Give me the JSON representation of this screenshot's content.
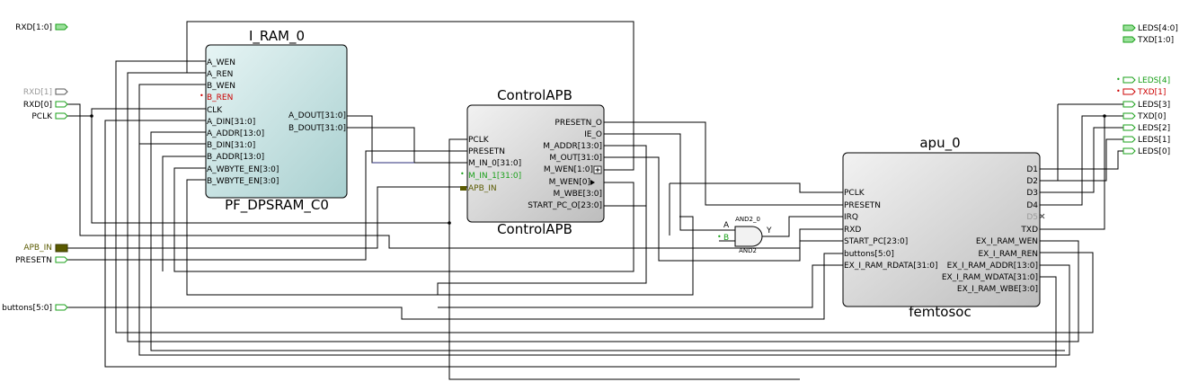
{
  "top_ports": {
    "inputs": [
      {
        "label": "RXD[1:0]",
        "color": "#000000"
      },
      {
        "label": "RXD[1]",
        "color": "#9a9a9a"
      },
      {
        "label": "RXD[0]",
        "color": "#000000"
      },
      {
        "label": "PCLK",
        "color": "#000000"
      },
      {
        "label": "APB_IN",
        "color": "#5a5a00"
      },
      {
        "label": "PRESETN",
        "color": "#000000"
      },
      {
        "label": "buttons[5:0]",
        "color": "#000000"
      }
    ],
    "outputs": [
      {
        "label": "LEDS[4:0]",
        "color": "#000000"
      },
      {
        "label": "TXD[1:0]",
        "color": "#000000"
      },
      {
        "label": "LEDS[4]",
        "color": "#1aa01a"
      },
      {
        "label": "TXD[1]",
        "color": "#cc0000"
      },
      {
        "label": "LEDS[3]",
        "color": "#000000"
      },
      {
        "label": "TXD[0]",
        "color": "#000000"
      },
      {
        "label": "LEDS[2]",
        "color": "#000000"
      },
      {
        "label": "LEDS[1]",
        "color": "#000000"
      },
      {
        "label": "LEDS[0]",
        "color": "#000000"
      }
    ]
  },
  "ram": {
    "instance": "I_RAM_0",
    "type": "PF_DPSRAM_C0",
    "inputs": [
      "A_WEN",
      "A_REN",
      "B_WEN",
      "B_REN",
      "CLK",
      "A_DIN[31:0]",
      "A_ADDR[13:0]",
      "B_DIN[31:0]",
      "B_ADDR[13:0]",
      "A_WBYTE_EN[3:0]",
      "B_WBYTE_EN[3:0]"
    ],
    "outputs": [
      "A_DOUT[31:0]",
      "B_DOUT[31:0]"
    ],
    "fill": "#c4e2e2"
  },
  "ctrl": {
    "instance": "ControlAPB",
    "type": "ControlAPB",
    "inputs": [
      "PCLK",
      "PRESETN",
      "M_IN_0[31:0]",
      "M_IN_1[31:0]",
      "APB_IN"
    ],
    "outputs": [
      "PRESETN_O",
      "IE_O",
      "M_ADDR[13:0]",
      "M_OUT[31:0]",
      "M_WEN[1:0]",
      "M_WEN[0]",
      "M_WBE[3:0]",
      "START_PC_O[23:0]"
    ],
    "fill": "#dedede"
  },
  "apu": {
    "instance": "apu_0",
    "type": "femtosoc",
    "inputs": [
      "PCLK",
      "PRESETN",
      "IRQ",
      "RXD",
      "START_PC[23:0]",
      "buttons[5:0]",
      "EX_I_RAM_RDATA[31:0]"
    ],
    "outputs": [
      "D1",
      "D2",
      "D3",
      "D4",
      "D5",
      "TXD",
      "EX_I_RAM_WEN",
      "EX_I_RAM_REN",
      "EX_I_RAM_ADDR[13:0]",
      "EX_I_RAM_WDATA[31:0]",
      "EX_I_RAM_WBE[3:0]"
    ],
    "fill": "#dedede"
  },
  "and_gate": {
    "instance": "AND2_0",
    "type": "AND2",
    "in_a": "A",
    "in_b": "B",
    "out_y": "Y"
  },
  "colors": {
    "red_pin": "#cc0000",
    "green_pin": "#1aa01a",
    "gray_pin": "#9a9a9a",
    "bus_pin": "#5a5a00"
  }
}
